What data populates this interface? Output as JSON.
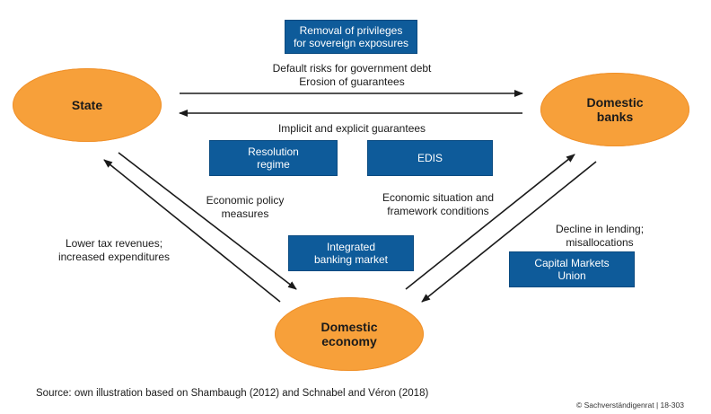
{
  "nodes": {
    "state": "State",
    "banks": "Domestic\nbanks",
    "economy": "Domestic\neconomy"
  },
  "boxes": {
    "privileges": "Removal of privileges\nfor sovereign exposures",
    "resolution": "Resolution\nregime",
    "edis": "EDIS",
    "integrated": "Integrated\nbanking market",
    "cmu": "Capital Markets\nUnion"
  },
  "labels": {
    "default_risks": "Default risks for government debt\nErosion of guarantees",
    "guarantees": "Implicit and explicit guarantees",
    "economic_policy": "Economic policy\nmeasures",
    "economic_situation": "Economic situation and\nframework conditions",
    "lower_tax": "Lower tax revenues;\nincreased expenditures",
    "decline_lending": "Decline in lending;\nmisallocations"
  },
  "colors": {
    "node_fill": "#f7a03a",
    "box_fill": "#0e5b9a",
    "arrow": "#1a1a1a"
  },
  "source": "Source: own illustration based on Shambaugh (2012) and Schnabel and Véron (2018)",
  "copyright": "© Sachverständigenrat | 18-303"
}
